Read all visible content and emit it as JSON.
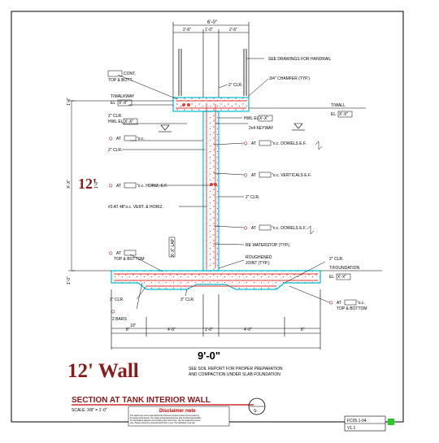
{
  "title": {
    "big_dim": "9'-0\"",
    "wall_name": "12' Wall",
    "height_label": "12'",
    "section_title": "SECTION AT TANK INTERIOR WALL",
    "scale": "SCALE: 3/8\" = 1'-0\"",
    "section_bubble_num": "",
    "section_bubble_ref": "S-"
  },
  "top_dims": {
    "overall": "6'-0\"",
    "left": "2'-6\"",
    "middle": "1'-0\"",
    "right": "2'-6\""
  },
  "bottom_dims": {
    "d1": "6\"",
    "d2": "4'-0\"",
    "d3": "1'-0\"",
    "d4": "4'-0\"",
    "d5": "6\""
  },
  "callouts_left": {
    "cont_bar": "CONT.",
    "top_bott": "TOP & BOTT.",
    "t_walkway": "T/WALKWAY",
    "el": "EL",
    "el_val": "X'-X\"",
    "walkway_dim": "1'-0\"",
    "clr_2": "2\" CLR.",
    "hwl": "HWL EL",
    "hwl_val": "X'-X\"",
    "at_top_bott": "AT",
    "at_oc": "\"o.c.",
    "clr_mid": "2\" CLR.",
    "at_horiz": "AT",
    "horiz_ef": "\"o.c. HORIZ. E.F.",
    "bar3": "#3 AT 48\"o.c. VERT. & HORIZ.",
    "lap": "X'-X\" LAP",
    "at_bottom": "AT",
    "top_bottom2": "TOP & BOTTOM",
    "slab_dim": "1'-0\"",
    "clr_3": "3\" CLR.",
    "bars_2": "2 BARS",
    "vert_dim": "1'-0\""
  },
  "callouts_right": {
    "see_drawings": "SEE DRAWINGS FOR HANDRAIL",
    "chamfer": "3/4\" CHAMFER (TYP.)",
    "clr_top": "2\" CLR.",
    "t_wall": "T/WALL",
    "el_wall": "EL",
    "el_wall_val": "X'-X\"",
    "hwl_right": "HWL EL",
    "hwl_right_val": "X'-X\"",
    "keyway": "2x4 KEYWAY",
    "at_dowels": "AT",
    "dowels_ef": "\"o.c. DOWELS E.F.",
    "at_verticals": "AT",
    "verticals_ef": "\"o.c. VERTICALS E.F.",
    "clr_mid": "2\" CLR.",
    "at_dowels2": "AT",
    "dowels_ef2": "\"o.c. DOWELS E.F.",
    "waterstop": "RE WATERSTOP (TYP.)",
    "roughened": "ROUGHENED",
    "joint": "JOINT (TYP.)",
    "clr_found": "2\" CLR.",
    "t_foundation": "T/FOUNDATION",
    "el_found": "EL",
    "el_found_val": "X'-X\"",
    "at_bottom_r": "AT",
    "oc_r": "\"o.c.",
    "top_bottom_r": "TOP & BOTTOM",
    "clr_bottom": "3\" CLR.",
    "soil_note": "SEE SOIL REPORT FOR PROPER PREPARATION",
    "soil_note2": "AND COMPACTION UNDER SLAB FOUNDATION"
  },
  "disclaimer": {
    "heading": "Disclaimer note",
    "body1": "This detail must not be used without the final and complete review and execution by",
    "body2": "the design professional. The design professional assumes total and final responsibility",
    "body3": "for this detail as applied to the specific project and scope. Use the detail with extreme",
    "body4": "care. Please review the notes and verify prior to use. This disclaimer must stay."
  },
  "code": {
    "id": "FC05.1-04",
    "version": "V1.1"
  },
  "colors": {
    "concrete_outline": "#00bcd4",
    "rebar": "#e53935",
    "line": "#000000",
    "title_red": "#8b1a1a",
    "badge_green": "#22cc22",
    "section_red": "#cc0000"
  }
}
